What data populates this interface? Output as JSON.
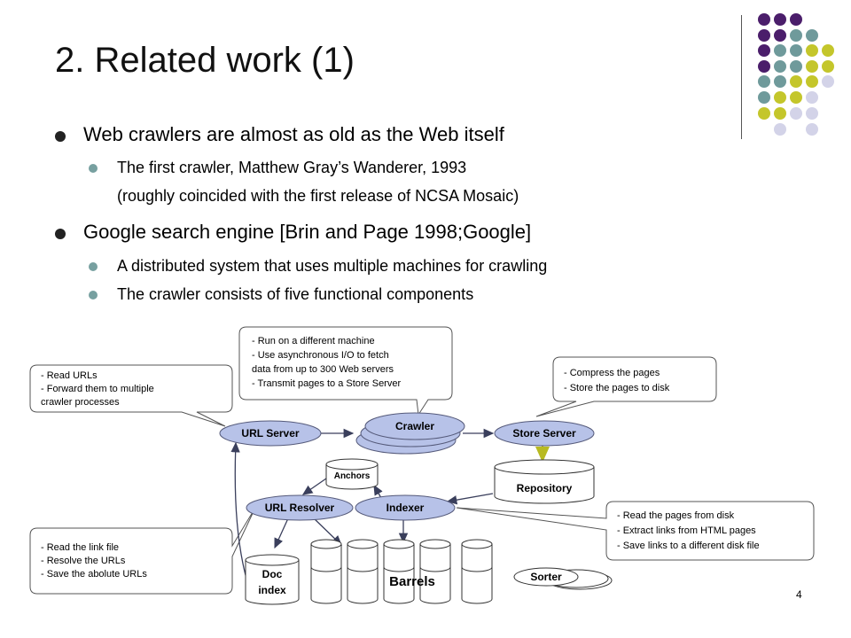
{
  "slide": {
    "title": "2. Related work (1)",
    "page_number": "4"
  },
  "bullets": [
    {
      "level": 1,
      "text": "Web crawlers are almost as old as the Web itself"
    },
    {
      "level": 2,
      "text": "The first crawler, Matthew Gray’s Wanderer, 1993"
    },
    {
      "level": 2,
      "text": "(roughly coincided with the first release of NCSA Mosaic)",
      "continuation": true
    },
    {
      "level": 1,
      "text": "Google search engine [Brin and Page 1998;Google]"
    },
    {
      "level": 2,
      "text": "A distributed system that uses multiple machines for crawling"
    },
    {
      "level": 2,
      "text": "The crawler consists of five functional components"
    }
  ],
  "decor_dots": {
    "colors": {
      "purple": "#4b1e6b",
      "teal": "#6f9a9b",
      "lime": "#c4c62b",
      "lavender": "#d3d3e8"
    }
  },
  "diagram": {
    "nodes": {
      "url_server": "URL Server",
      "crawler": "Crawler",
      "store_server": "Store Server",
      "anchors": "Anchors",
      "repository": "Repository",
      "url_resolver": "URL Resolver",
      "indexer": "Indexer",
      "doc_index_line1": "Doc",
      "doc_index_line2": "index",
      "barrels": "Barrels",
      "sorter": "Sorter"
    },
    "callouts": {
      "crawler": [
        "- Run on a different machine",
        "- Use asynchronous I/O to fetch",
        "data from up to 300 Web servers",
        "- Transmit pages to a Store Server"
      ],
      "url_server": [
        "- Read URLs",
        "- Forward them to multiple",
        "crawler processes"
      ],
      "store_server": [
        "- Compress the pages",
        "- Store the pages to disk"
      ],
      "indexer": [
        "- Read the pages from disk",
        "- Extract links from HTML pages",
        "- Save links to a different disk file"
      ],
      "url_resolver": [
        "- Read the link file",
        "- Resolve the URLs",
        "- Save the abolute URLs"
      ]
    },
    "colors": {
      "node_fill": "#b7c2e8",
      "node_stroke": "#555a7a",
      "accent_arrow": "#c4c62b"
    }
  }
}
